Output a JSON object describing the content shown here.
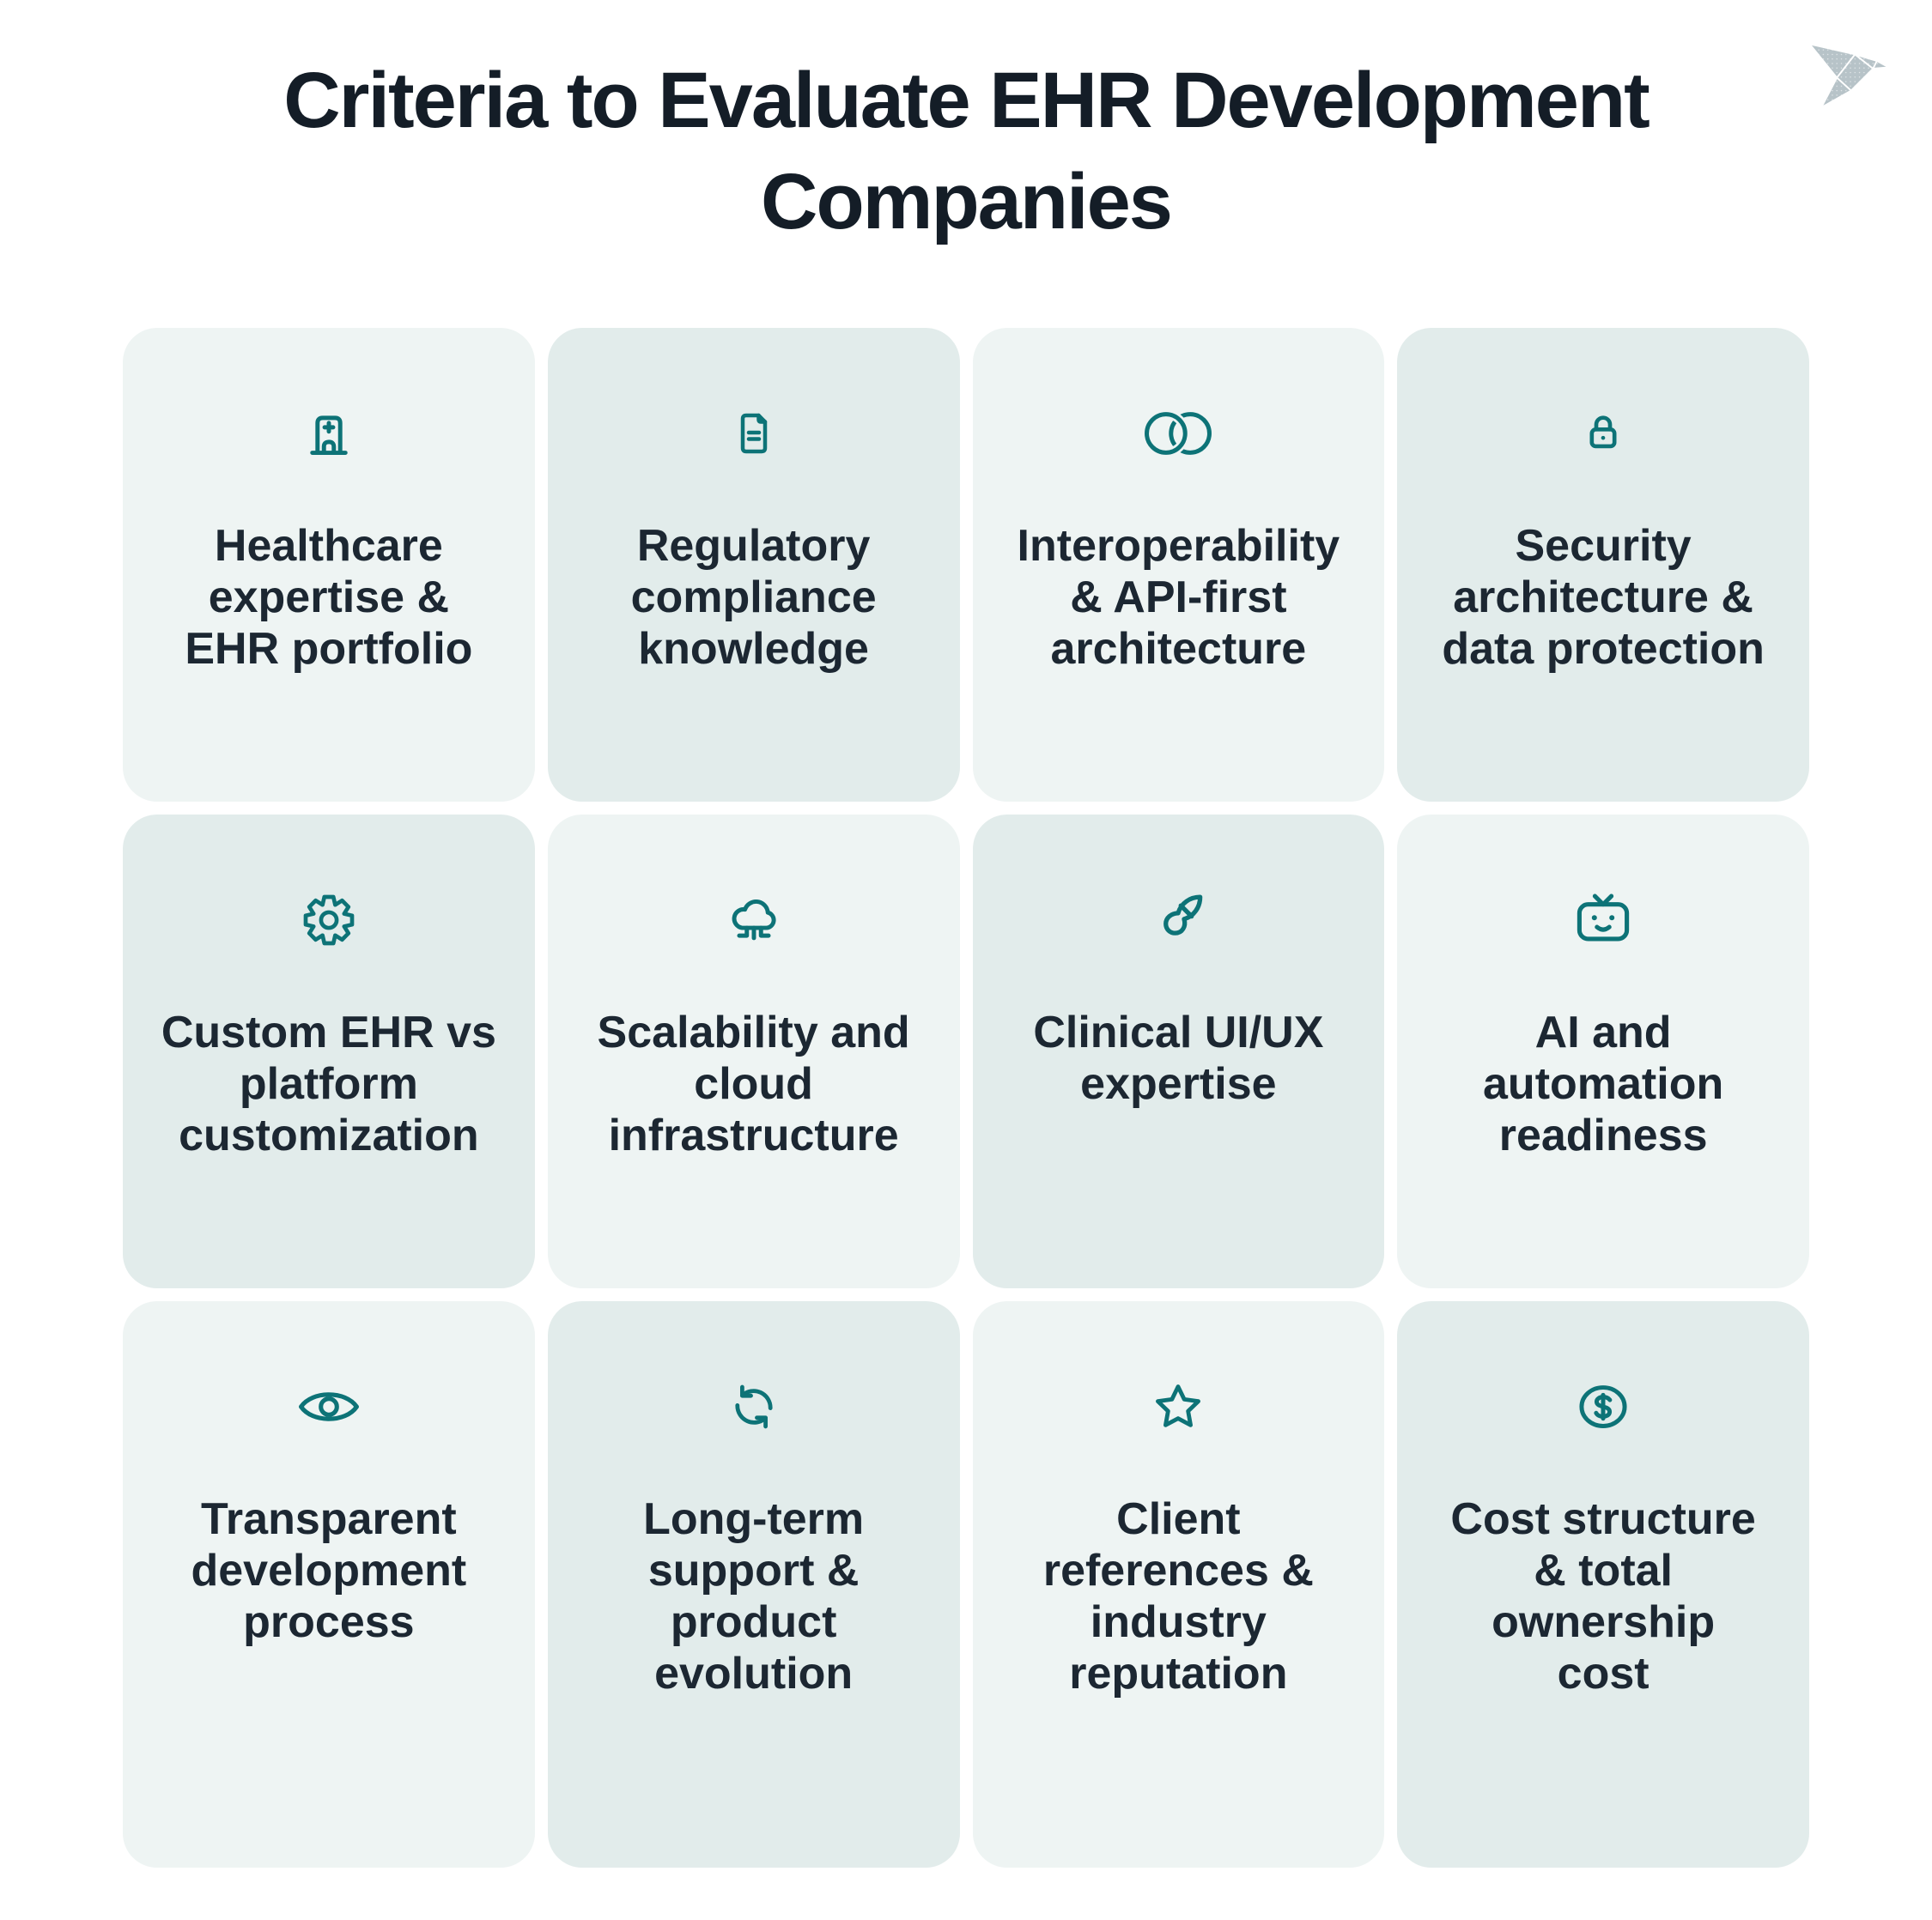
{
  "header": {
    "title_line1": "Criteria to Evaluate EHR Development",
    "title_line2": "Companies",
    "logo": "origami-bird-logo"
  },
  "theme": {
    "accent_teal": "#0d7377",
    "title_color": "#141d27",
    "text_color": "#1c2732",
    "card_light": "#eef4f3",
    "card_dark": "#e2eceb",
    "logo_gray": "#b7c3c8",
    "background": "#ffffff"
  },
  "cards": [
    {
      "key": "healthcare-expertise",
      "icon": "hospital-icon",
      "tone": "light",
      "label": "Healthcare expertise & EHR portfolio",
      "lines": [
        "Healthcare",
        "expertise &",
        "EHR portfolio"
      ]
    },
    {
      "key": "regulatory-compliance",
      "icon": "document-icon",
      "tone": "dark",
      "label": "Regulatory compliance knowledge",
      "lines": [
        "Regulatory",
        "compliance",
        "knowledge"
      ]
    },
    {
      "key": "interoperability",
      "icon": "interlocking-rings-icon",
      "tone": "light",
      "label": "Interoperability & API-first architecture",
      "lines": [
        "Interoperability",
        "& API-first",
        "architecture"
      ]
    },
    {
      "key": "security-architecture",
      "icon": "padlock-icon",
      "tone": "dark",
      "label": "Security architecture & data protection",
      "lines": [
        "Security",
        "architecture &",
        "data protection"
      ]
    },
    {
      "key": "custom-ehr",
      "icon": "gear-icon",
      "tone": "dark",
      "label": "Custom EHR vs platform customization",
      "lines": [
        "Custom EHR vs",
        "platform",
        "customization"
      ]
    },
    {
      "key": "scalability-cloud",
      "icon": "cloud-network-icon",
      "tone": "light",
      "label": "Scalability and cloud infrastructure",
      "lines": [
        "Scalability and",
        "cloud",
        "infrastructure"
      ]
    },
    {
      "key": "clinical-uiux",
      "icon": "paintbrush-icon",
      "tone": "dark",
      "label": "Clinical UI/UX expertise",
      "lines": [
        "Clinical UI/UX",
        "expertise"
      ]
    },
    {
      "key": "ai-automation",
      "icon": "robot-icon",
      "tone": "light",
      "label": "AI and automation readiness",
      "lines": [
        "AI and",
        "automation",
        "readiness"
      ]
    },
    {
      "key": "transparent-process",
      "icon": "eye-icon",
      "tone": "light",
      "label": "Transparent development process",
      "lines": [
        "Transparent",
        "development",
        "process"
      ]
    },
    {
      "key": "long-term-support",
      "icon": "sync-arrows-icon",
      "tone": "dark",
      "label": "Long-term support & product evolution",
      "lines": [
        "Long-term",
        "support &",
        "product",
        "evolution"
      ]
    },
    {
      "key": "client-references",
      "icon": "star-icon",
      "tone": "light",
      "label": "Client references & industry reputation",
      "lines": [
        "Client",
        "references &",
        "industry",
        "reputation"
      ]
    },
    {
      "key": "cost-structure",
      "icon": "dollar-icon",
      "tone": "dark",
      "label": "Cost structure & total ownership cost",
      "lines": [
        "Cost structure",
        "& total",
        "ownership",
        "cost"
      ]
    }
  ]
}
